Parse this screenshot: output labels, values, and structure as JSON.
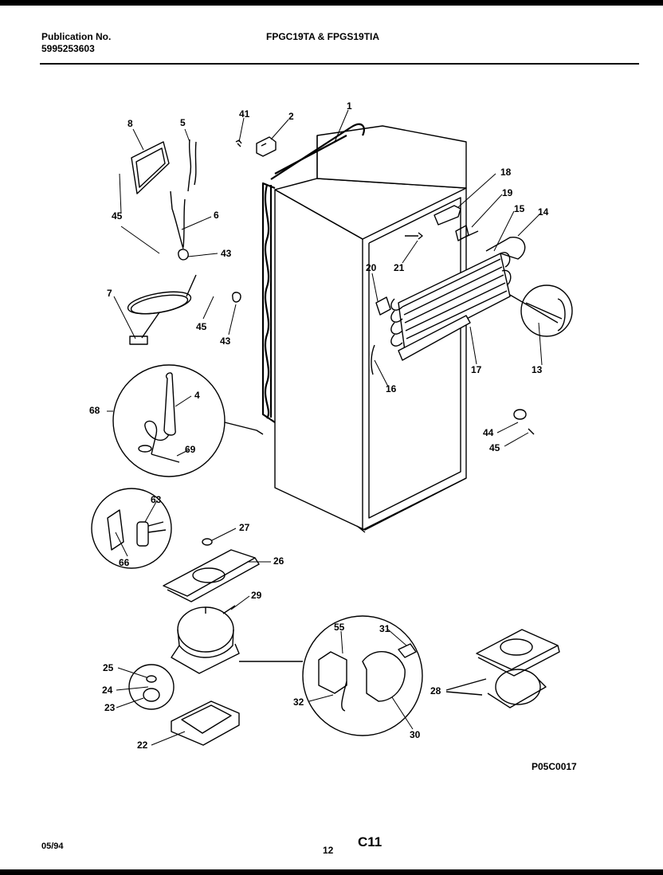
{
  "header": {
    "publication_label": "Publication No.",
    "publication_number": "5995253603",
    "model": "FPGC19TA & FPGS19TIA"
  },
  "diagram": {
    "callouts": [
      "1",
      "2",
      "41",
      "5",
      "8",
      "45",
      "6",
      "43",
      "7",
      "45",
      "43",
      "18",
      "19",
      "15",
      "14",
      "20",
      "21",
      "17",
      "13",
      "16",
      "68",
      "4",
      "69",
      "44",
      "45",
      "63",
      "66",
      "27",
      "26",
      "29",
      "25",
      "24",
      "23",
      "22",
      "55",
      "31",
      "32",
      "30",
      "28"
    ]
  },
  "footer": {
    "code": "P05C0017",
    "date": "05/94",
    "page": "12",
    "section": "C11"
  }
}
